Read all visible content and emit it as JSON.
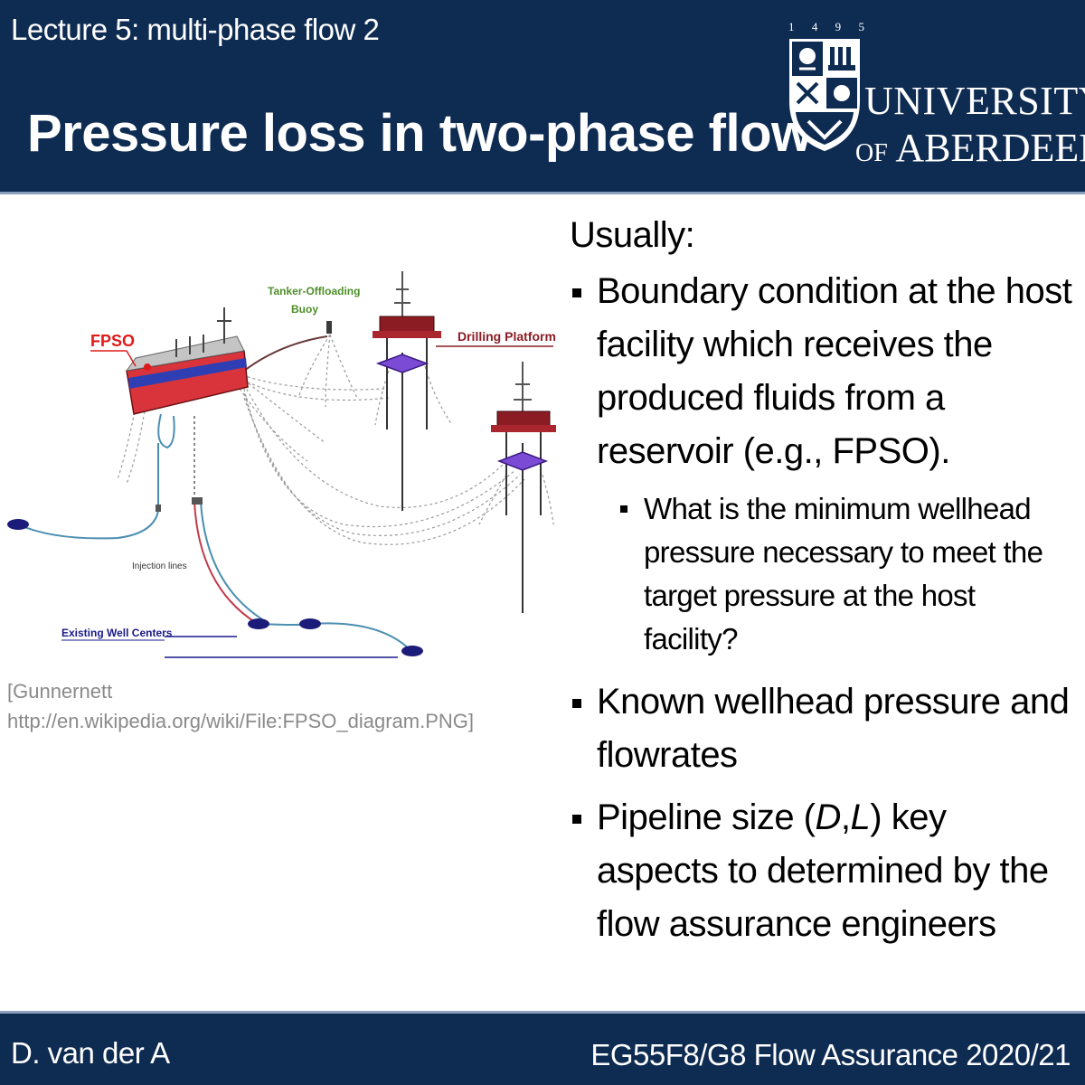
{
  "header": {
    "lecture": "Lecture 5: multi-phase flow 2",
    "title": "Pressure loss in two-phase flow"
  },
  "logo": {
    "year_digits": [
      "1",
      "4",
      "9",
      "5"
    ],
    "line1": "UNIVERSITY",
    "line2_small": "OF",
    "line2": "ABERDEEN"
  },
  "diagram": {
    "labels": {
      "fpso": "FPSO",
      "buoy_line1": "Tanker-Offloading",
      "buoy_line2": "Buoy",
      "platform": "Drilling Platform",
      "injection": "Injection lines",
      "wells": "Existing Well Centers"
    },
    "colors": {
      "hull": "#d9343b",
      "deck": "#2f3fb3",
      "platform_top": "#8c1c24",
      "platform_ring": "#7b4bd6",
      "pipe": "#4b8fb0",
      "injection_pipe": "#c23a4a",
      "label_red": "#e01a1a",
      "label_green": "#4f8f2a",
      "label_navy": "#1a1a8a"
    }
  },
  "source": {
    "line1": "[Gunnernett",
    "line2": "http://en.wikipedia.org/wiki/File:FPSO_diagram.PNG]"
  },
  "content": {
    "intro": "Usually:",
    "bullet1": "Boundary condition at the host facility which receives the produced fluids from a reservoir (e.g., FPSO).",
    "sub_bullet": "What is the minimum wellhead pressure necessary to meet the target pressure at the host facility?",
    "bullet2": "Known wellhead pressure and flowrates",
    "bullet3_pre": "Pipeline size (",
    "bullet3_d": "D",
    "bullet3_comma": ",",
    "bullet3_l": "L",
    "bullet3_post": ") key aspects to determined by the flow assurance engineers"
  },
  "footer": {
    "author": "D. van der A",
    "course": "EG55F8/G8 Flow Assurance 2020/21"
  }
}
